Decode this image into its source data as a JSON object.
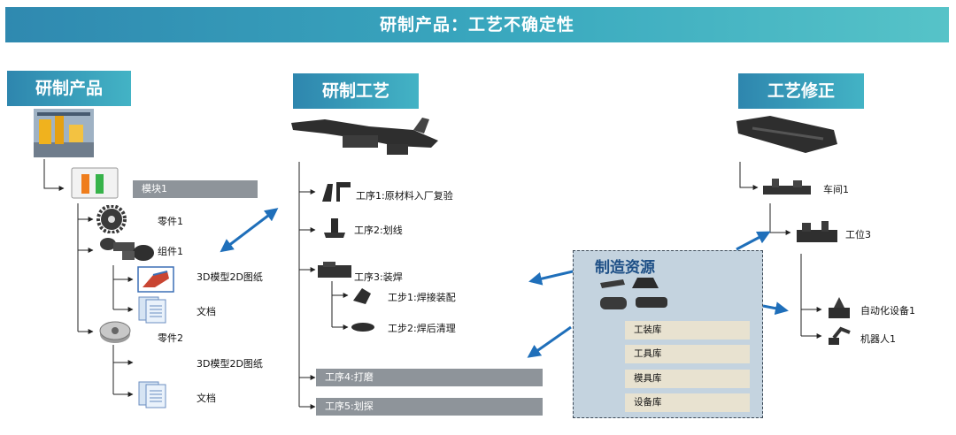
{
  "header": {
    "title": "研制产品：工艺不确定性"
  },
  "sections": {
    "product": "研制产品",
    "process": "研制工艺",
    "revision": "工艺修正"
  },
  "product_tree": {
    "module": "模块1",
    "part1": "零件1",
    "assembly1": "组件1",
    "model1": "3D模型2D图纸",
    "doc1": "文档",
    "part2": "零件2",
    "model2": "3D模型2D图纸",
    "doc2": "文档"
  },
  "process_tree": {
    "step1": "工序1:原材料入厂复验",
    "step2": "工序2:划线",
    "step3": "工序3:装焊",
    "sub1": "工步1:焊接装配",
    "sub2": "工步2:焊后清理",
    "step4": "工序4:打磨",
    "step5": "工序5:划探"
  },
  "resources": {
    "title": "制造资源",
    "items": [
      "工装库",
      "工具库",
      "模具库",
      "设备库"
    ]
  },
  "revision_tree": {
    "workshop": "车间1",
    "station": "工位3",
    "auto_device": "自动化设备1",
    "robot": "机器人1"
  },
  "colors": {
    "accent": "#2f89b0",
    "arrow": "#1f6fba",
    "gray_bar": "#8e949a",
    "resource_bg": "#c4d3df"
  }
}
